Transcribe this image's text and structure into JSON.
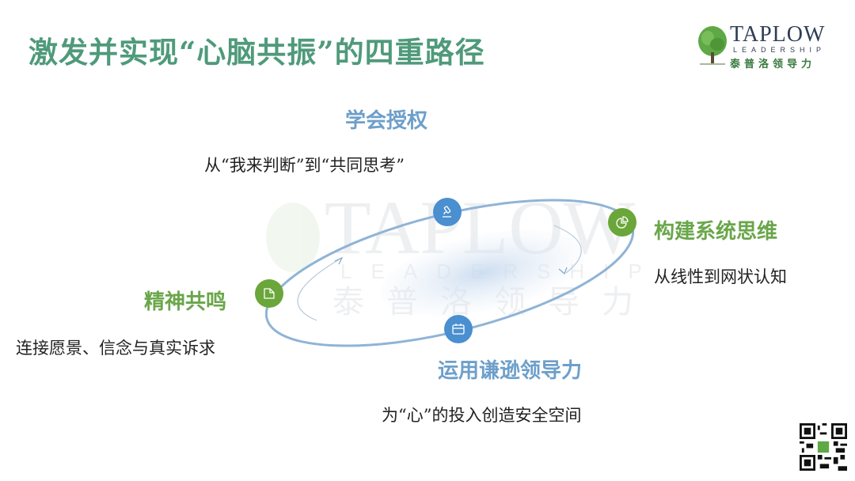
{
  "slide": {
    "title": "激发并实现“心脑共振”的四重路径"
  },
  "logo": {
    "wordmark": "TAPLOW",
    "subtitle": "LEADERSHIP",
    "chinese": "泰普洛领导力",
    "icon": "tree-icon"
  },
  "watermark": {
    "wordmark": "TAPLOW",
    "subtitle": "LEADERSHIP",
    "chinese": "泰普洛领导力"
  },
  "paths": [
    {
      "heading": "学会授权",
      "description": "从“我来判断”到“共同思考”",
      "icon": "microscope-icon",
      "color": "#4a8fd0"
    },
    {
      "heading": "构建系统思维",
      "description": "从线性到网状认知",
      "icon": "pie-chart-icon",
      "color": "#6aa63a"
    },
    {
      "heading": "运用谦逊领导力",
      "description": "为“心”的投入创造安全空间",
      "icon": "calendar-icon",
      "color": "#4a8fd0"
    },
    {
      "heading": "精神共鸣",
      "description": "连接愿景、信念与真实诉求",
      "icon": "note-icon",
      "color": "#6aa63a"
    }
  ],
  "colors": {
    "title": "#4f9a7a",
    "blue_heading": "#6d9fca",
    "green_heading": "#6aa64a",
    "orbit": "#8fb4d6"
  },
  "qr_code": {
    "icon": "qr-code-icon"
  }
}
